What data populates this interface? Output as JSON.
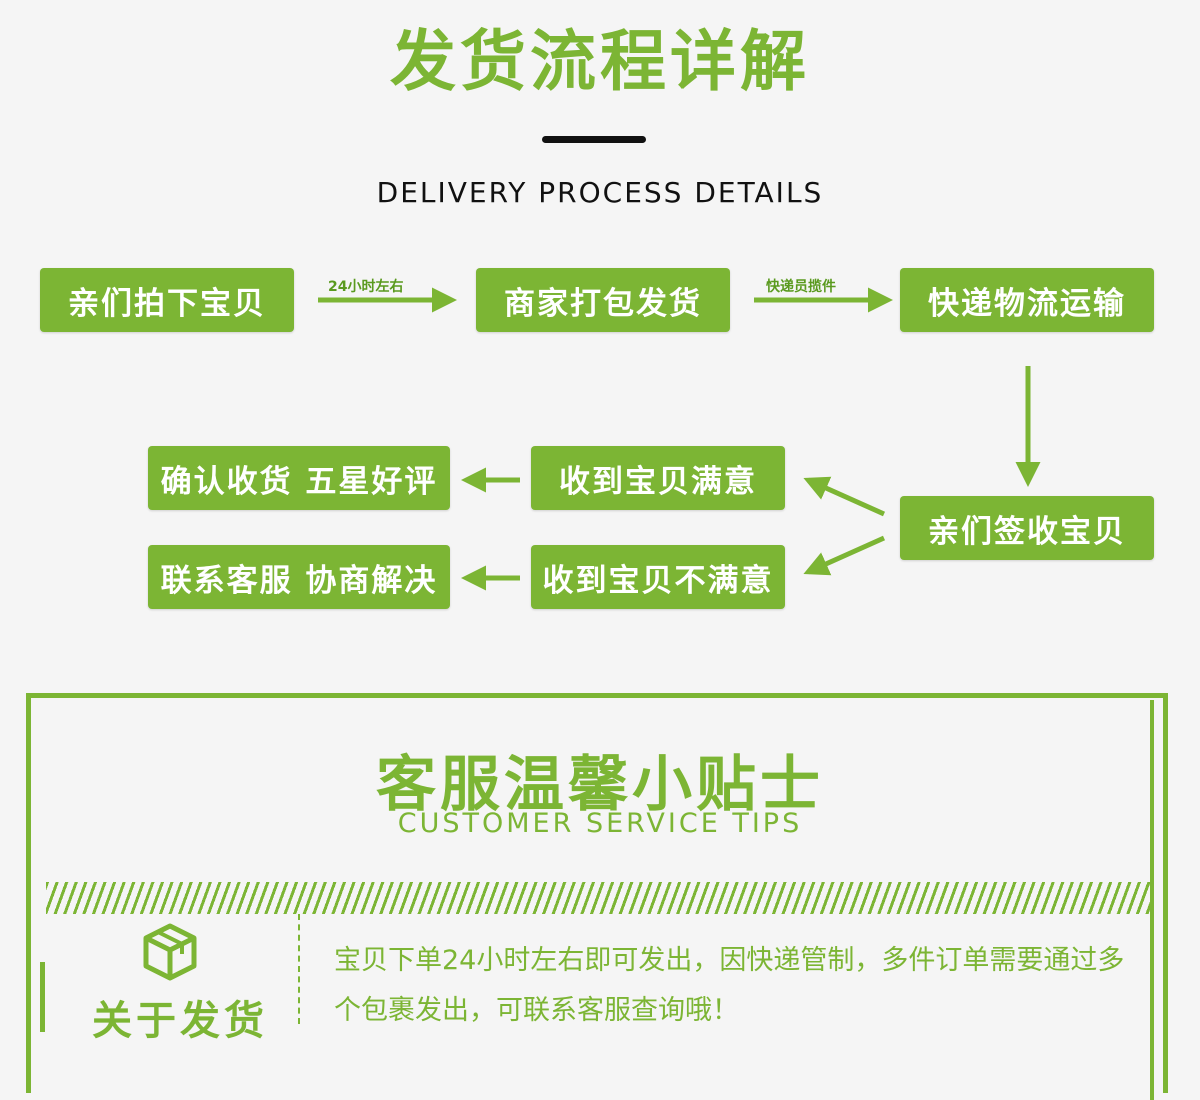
{
  "header": {
    "title": "发货流程详解",
    "subtitle": "DELIVERY PROCESS DETAILS"
  },
  "flow": {
    "step1": "亲们拍下宝贝",
    "step2": "商家打包发货",
    "step3": "快递物流运输",
    "step4": "亲们签收宝贝",
    "satisfied": "收到宝贝满意",
    "unsatisfied": "收到宝贝不满意",
    "confirm": "确认收货 五星好评",
    "contact": "联系客服 协商解决",
    "arrow1_label": "24小时左右",
    "arrow2_label": "快递员揽件"
  },
  "tips": {
    "title": "客服温馨小贴士",
    "subtitle": "CUSTOMER SERVICE TIPS",
    "shipping_title": "关于发货",
    "shipping_icon": "package-box-icon",
    "shipping_text": "宝贝下单24小时左右即可发出，因快递管制，多件订单需要通过多个包裹发出，可联系客服查询哦！"
  },
  "colors": {
    "accent": "#7cb534",
    "text_dark": "#111111",
    "background": "#f5f5f5"
  }
}
